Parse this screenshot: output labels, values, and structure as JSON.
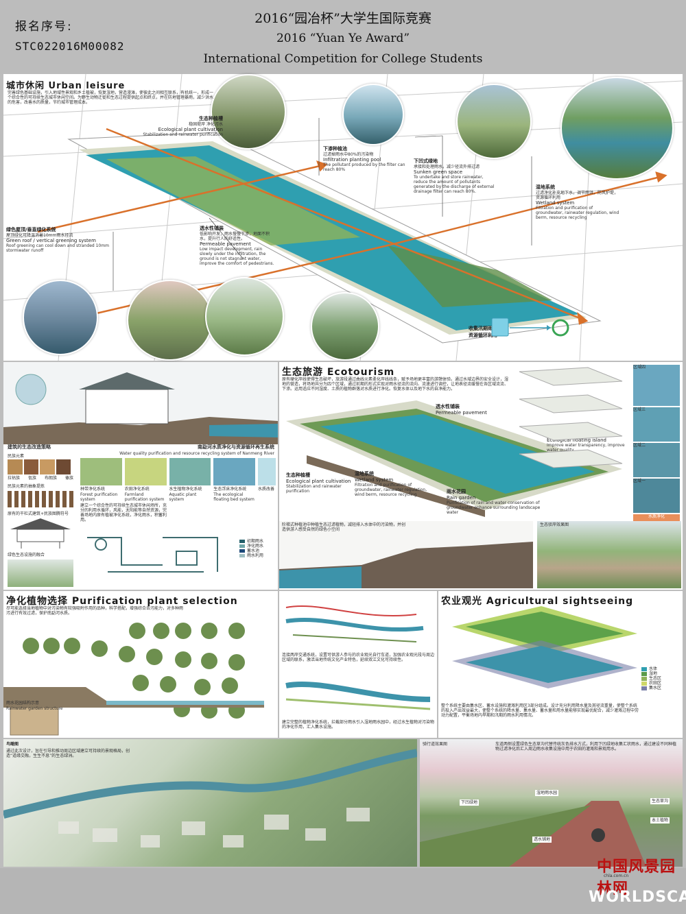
{
  "header": {
    "entry_label": "报名序号:",
    "entry_id": "STC022016M00082",
    "title_cn": "2016“园冶杯”大学生国际竞赛",
    "title_en1": "2016 “Yuan Ye Award”",
    "title_en2": "International Competition for College Students"
  },
  "urban": {
    "title": "城市休闲  Urban leisure",
    "intro": "完善绿色基础设施，引入地域性景观和乡土植被，恢复湿地，营造漫滩，使彼此之间相互联系，有机统一，形成一个综合性的可持续生态城市休闲空间。为野生动物迁徙和生态过程提供起点和终点，并在防地管理暴雨，减少洪水的危害，改善水的质量，节约城市管理成本。",
    "eco_cn": "生态种植槽",
    "eco_sub_cn": "稳固堤岸  净化污水",
    "eco_en": "Ecological plant cultivation",
    "eco_en2": "Stabilization and rainwater purification",
    "infil_cn": "下渗种植池",
    "infil_sub_cn": "过滤掉雨水中80%的污染物",
    "infil_en": "Infiltration planting pool",
    "infil_desc": "The pollutant produced by the filter can reach 80%",
    "sunk_cn": "下凹式绿地",
    "sunk_sub_cn": "承接和处理雨水，减少径流外排过滤",
    "sunk_en": "Sunken green space",
    "sunk_desc": "To undertake and store rainwater, reduce the amount of pollutants generated by the discharge of external drainage filter can reach 80%.",
    "wet_cn": "湿地系统",
    "wet_sub_cn": "过滤净化补充地下水，调节雨洪，防风护堤，资源循环利用",
    "wet_en": "Wetland system",
    "wet_desc": "Filtration and purification of groundwater, rainwater regulation, wind berm, resource recycling",
    "roof_cn": "绿色屋顶/垂直绿化系统",
    "roof_sub_cn": "屋顶绿化可降温消暑10mm雨水径流",
    "roof_en": "Green roof / vertical greening system",
    "roof_desc": "Roof greening can cool down and stranded 10mm stormwater runoff",
    "perm_cn": "透水性铺装",
    "perm_sub_cn": "低影响开发，雨水慢慢下渗，地面不积水，提升行人的舒适性。",
    "perm_en": "Permeable pavement",
    "perm_desc": "Low impact development, rain slowly under the infiltration, the ground is not stagnant water, improve the comfort of pedestrians.",
    "collect_cn1": "收集汛期雨水",
    "collect_cn2": "资源循环利用"
  },
  "section2": {
    "strategy_title": "建筑的生态改造策略",
    "folk_title": "民族元素",
    "folk_items": [
      "拉祜族",
      "佤族",
      "布朗族",
      "傣族"
    ],
    "folk_abs": "民族元素的抽象提炼",
    "origin": "原有的干栏式建筑+民族图腾符号",
    "green_fuse": "绿色生态设施的融合",
    "sewage": "南勐河水质净化与资源循环再生系统",
    "sewage_en": "Water quality purification and resource recycling system of Nanmeng River",
    "stages": [
      "林带净化系统",
      "农田净化系统",
      "水生植物净化系统",
      "生态浮床净化系统",
      "水质改善"
    ],
    "stages_en": [
      "Forest purification system",
      "Farmland purification system",
      "Aquatic plant system",
      "The ecological floating bed system",
      ""
    ],
    "sewage_desc": "建立一个综合性的可持续生态城市休闲场所，充分的利用水循环，风能，太阳能等自然资源，完善场地内原有植被净化系统，净化雨水，积蓄利用。",
    "legend": [
      "初期雨水",
      "净化雨水",
      "蓄水池",
      "雨水利用"
    ]
  },
  "eco": {
    "title": "生态旅游  Ecotourism",
    "intro": "原有硬化岸线使得生态破坏，旅游段通过曲线元素柔化岸线线条，赋予场地更丰富的游憩体验。通过水域边界的安全设计，湿地的营造，将场地共分为四个区域，通过前期的形式实现对雨水径流的流向、流速进行调控，让地表径流缓慢在各区域流流、下渗。运用适应不同湿度、土质的植物群落对水质进行净化。恢复水体以及地下水的自净能力。",
    "perm_cn": "透水性铺装",
    "perm_en": "Permeable pavement",
    "float_cn": "生态浮岛",
    "float_en": "Ecological floating island",
    "float_desc": "Improve water transparency, improve water quality.",
    "plant_cn": "生态种植槽",
    "plant_en": "Ecological plant cultivation",
    "plant_desc": "Stabilization and rainwater purification",
    "wet_cn": "湿地系统",
    "wet_en": "Wetland system",
    "wet_desc": "Filtration and purification of groundwater, rainwater regulation, wind berm, resource recycling",
    "rain_cn": "雨水花园",
    "rain_en": "Rain garden",
    "rain_desc": "Purification of rain and water conservation of groundwater enhance surrounding landscape water",
    "zones": [
      "区域四",
      "区域三",
      "区域二",
      "区域一"
    ],
    "zone_tag": "水质净化",
    "bank_title": "生态驳岸效果图",
    "section_note": "阶梯式种植池中种植生态过滤植物，减轻排入水体中的污染物，并创造供游人感受自然的绿色小空间"
  },
  "plants": {
    "title": "净化植物选择  Purification plant selection",
    "intro": "尽可能选择当地植物中对污染物有较强吸附作用的品种，科学搭配，增强综合去污能力，对多种雨污进行有效过滤，保护南勐河水质。",
    "garden": "雨水花园结构示意",
    "garden_en": "Rainwater garden structure"
  },
  "mid": {
    "desc1": "连接两岸交通系统，设置可供游人参与的农业观光自行车道，加强农业观光段与周边区域的联系，激活当地传统文化产业特色，延续双江文化可持续性。",
    "desc2": "建立完整的植物净化系统，拦截部分雨水引入湿地雨水园中，经过水生植物对污染物的净化作用，汇入集水设施。"
  },
  "agri": {
    "title": "农业观光  Agricultural sightseeing",
    "desc": "整个系统主要由集水区、蓄水设施和灌溉利用区3部分组成。设计充分利用降水量及其径流重量，使整个系统的投入产出效益最大，使整个系统的降水量、集水量、蓄水量和用水量能够实现最优配合，减少灌溉过程中劳动力配置，平衡场地内旱期和汛期的雨水利用情况。",
    "legend": [
      "水体",
      "湿地",
      "生态区",
      "农田区",
      "集水区"
    ],
    "legend_colors": [
      "#2f9fb0",
      "#5a9a4a",
      "#8fb35a",
      "#cfd86a",
      "#7a7fa8"
    ]
  },
  "bottom": {
    "aerial_title": "鸟瞰图",
    "aerial_desc": "通过此次设计，旨在引导和推动周边区域建立可持续的景观格局，创造“道缘交融，生生不息”的生态绿洲。",
    "ride_title": "骑行道效果图",
    "ride_desc": "车道两侧设置绿色生态草沟代替传统灰色排水方式，利用下凹绿地收集汇状雨水，通过建设不同种植物过滤净化后汇入周边雨水收集设施中用于农田的灌溉和景观用水。",
    "tags": [
      "下凹绿地",
      "湿地雨水园",
      "生态草沟",
      "本土植物",
      "透水铺地"
    ]
  },
  "footer": {
    "watermark_cn": "中国风景园林网",
    "watermark_url": "chla.com.cn",
    "brand": "WORLDSCAPE"
  }
}
